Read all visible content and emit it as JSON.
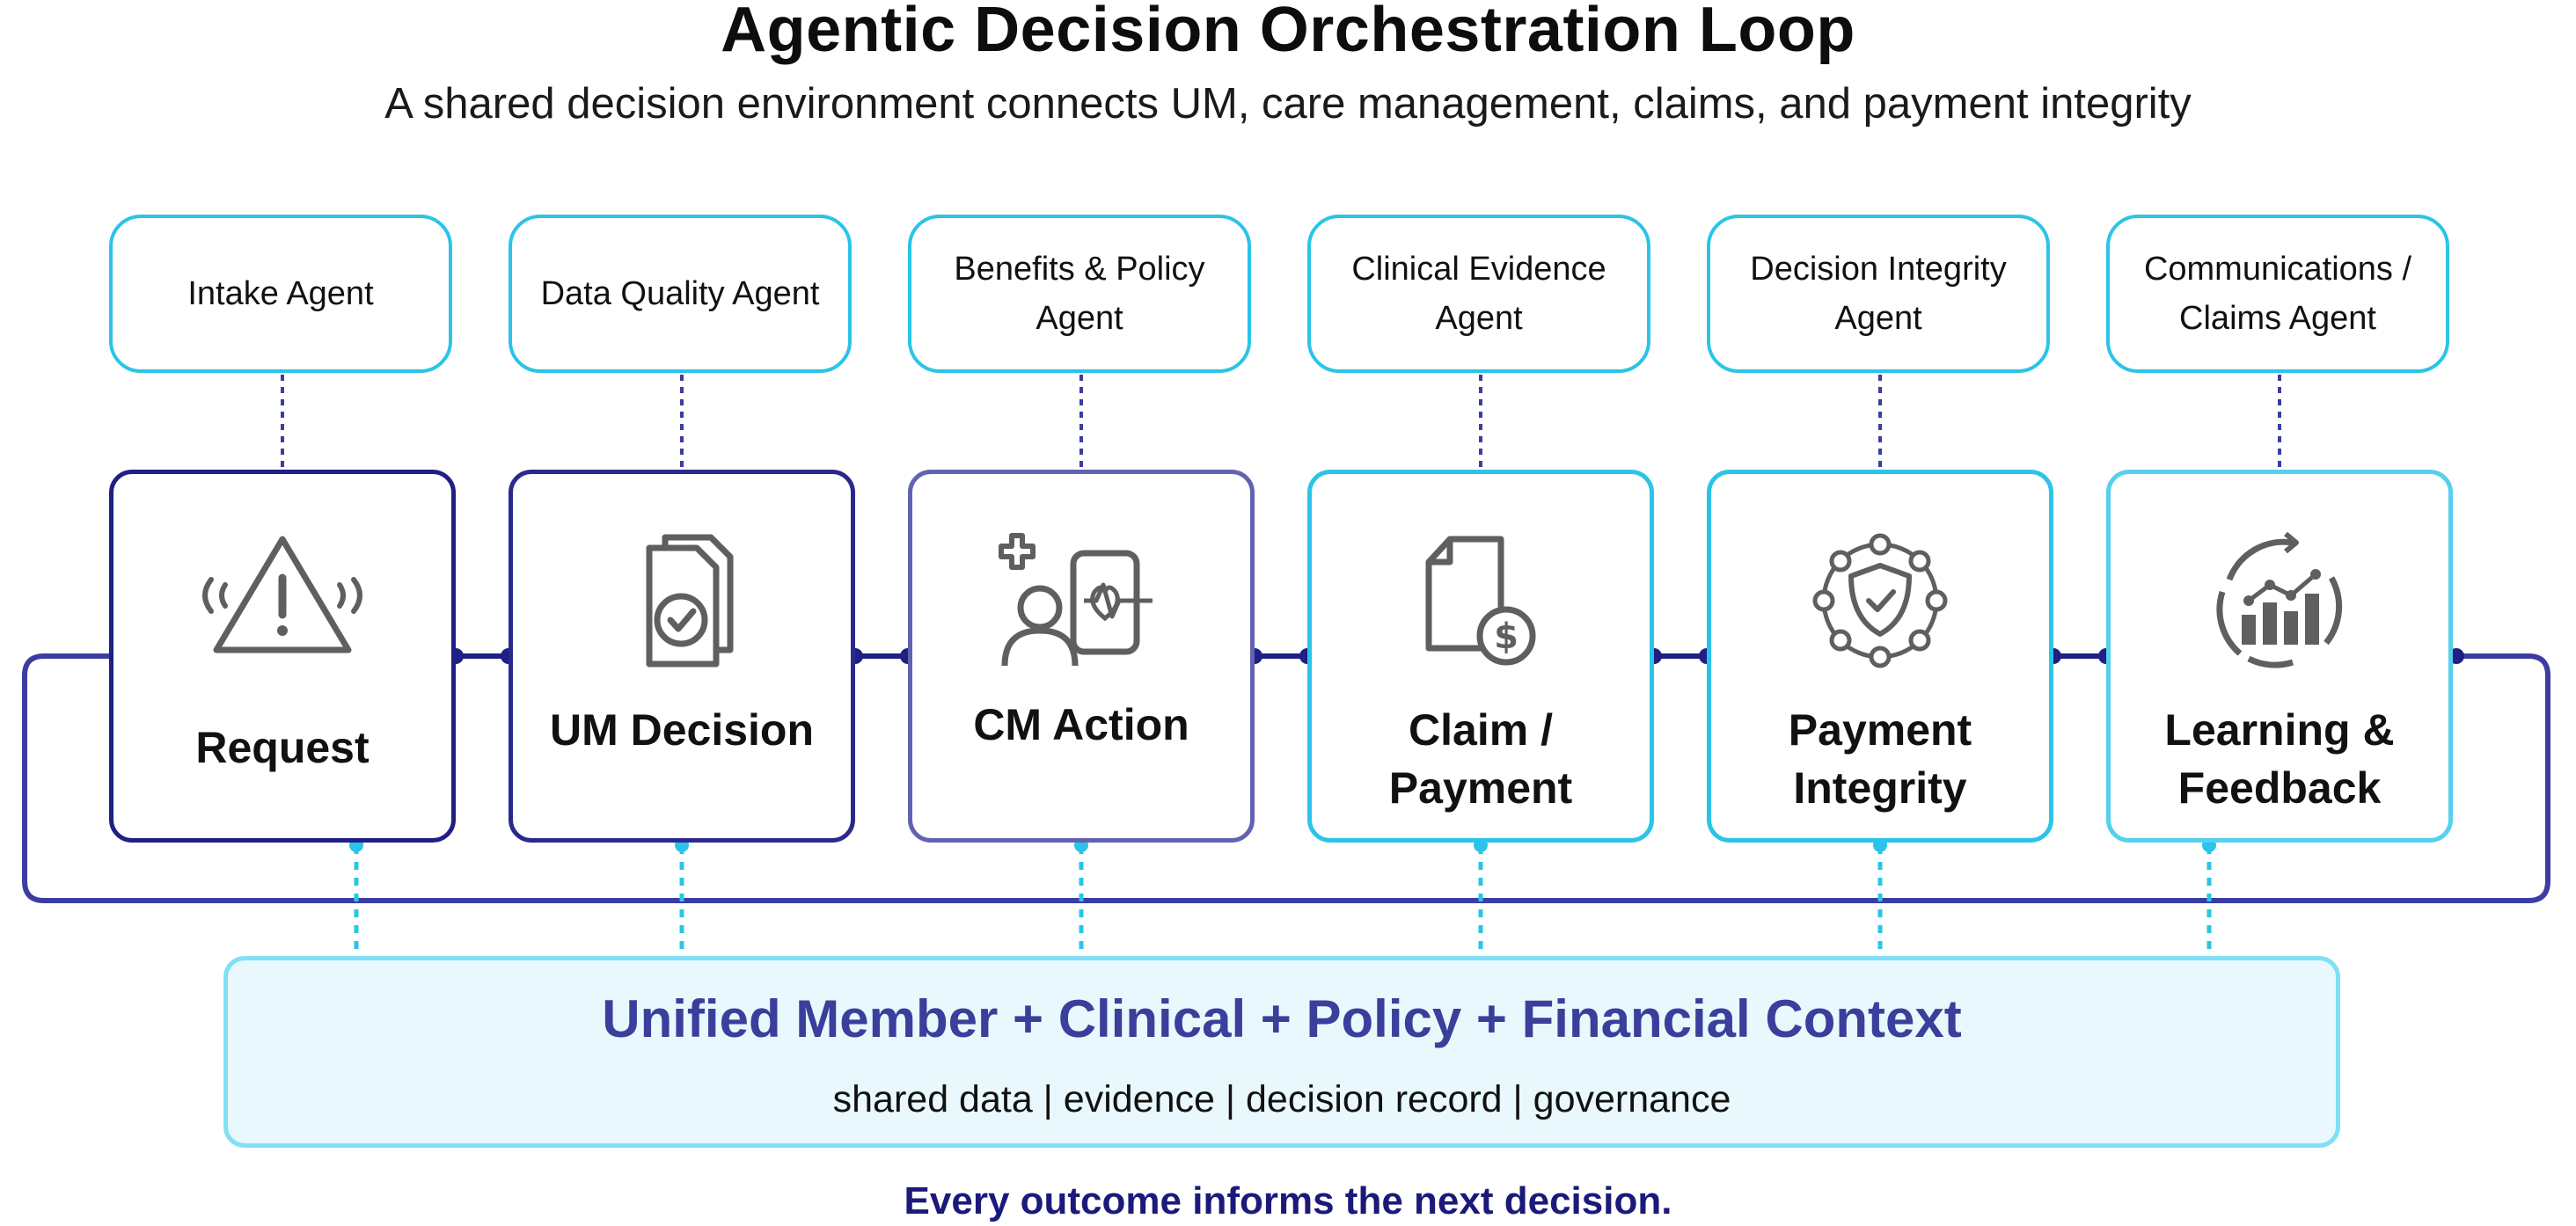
{
  "title": "Agentic Decision Orchestration Loop",
  "subtitle": "A shared decision environment connects UM, care management, claims, and payment integrity",
  "agents": [
    {
      "label": "Intake Agent"
    },
    {
      "label": "Data Quality Agent"
    },
    {
      "label": "Benefits & Policy Agent"
    },
    {
      "label": "Clinical Evidence Agent"
    },
    {
      "label": "Decision Integrity Agent"
    },
    {
      "label": "Communications / Claims Agent"
    }
  ],
  "stages": [
    {
      "label": "Request",
      "icon": "alert-triangle-icon",
      "border_color": "#1f1f84"
    },
    {
      "label": "UM Decision",
      "icon": "approved-documents-icon",
      "border_color": "#2a2a8c"
    },
    {
      "label": "CM Action",
      "icon": "care-monitoring-icon",
      "border_color": "#6263b0"
    },
    {
      "label": "Claim / Payment",
      "icon": "claim-dollar-icon",
      "border_color": "#2bc4e8"
    },
    {
      "label": "Payment Integrity",
      "icon": "shield-network-icon",
      "border_color": "#2bc4e8"
    },
    {
      "label": "Learning & Feedback",
      "icon": "analytics-cycle-icon",
      "border_color": "#55d0ee"
    }
  ],
  "context": {
    "title": "Unified Member + Clinical + Policy + Financial Context",
    "subtitle": "shared data | evidence | decision record | governance"
  },
  "footer": "Every outcome informs the next decision.",
  "colors": {
    "navy": "#1f1f84",
    "loop": "#3b3ea0",
    "cyan": "#2bc4e8",
    "context_fill": "#e8f8fc",
    "icon_gray": "#5f5f5f"
  }
}
